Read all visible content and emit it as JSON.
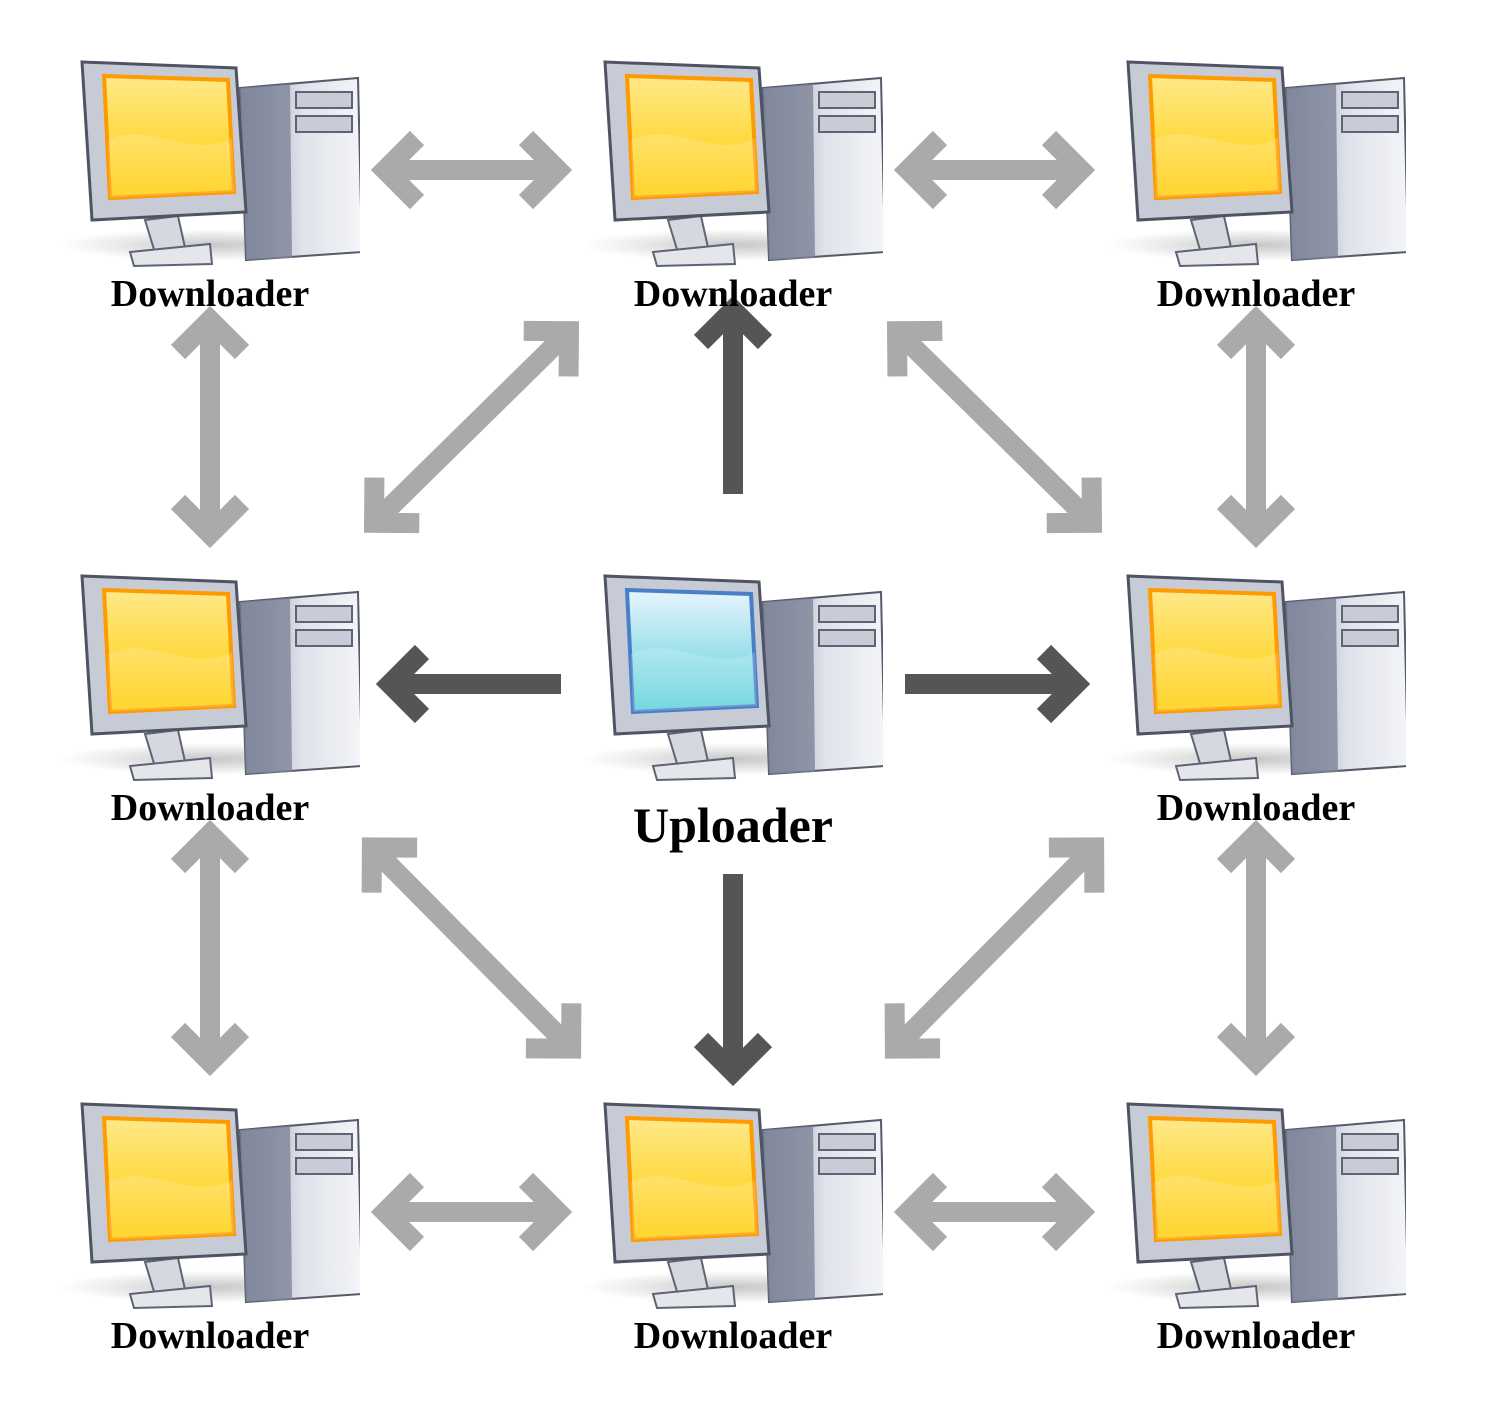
{
  "colors": {
    "peer_arrow": "#aaaaaa",
    "upload_arrow": "#555555",
    "downloader_screen_top": "#ffe98a",
    "downloader_screen_bottom": "#ffcc00",
    "downloader_screen_frame": "#ff9a00",
    "uploader_screen_top": "#e8f4ff",
    "uploader_screen_bottom": "#55cfd8",
    "uploader_screen_frame": "#4a7fc8",
    "case": "#cfd3dd"
  },
  "nodes": [
    {
      "id": "top-left",
      "role": "downloader",
      "label": "Downloader"
    },
    {
      "id": "top-center",
      "role": "downloader",
      "label": "Downloader"
    },
    {
      "id": "top-right",
      "role": "downloader",
      "label": "Downloader"
    },
    {
      "id": "middle-left",
      "role": "downloader",
      "label": "Downloader"
    },
    {
      "id": "center",
      "role": "uploader",
      "label": "Uploader"
    },
    {
      "id": "middle-right",
      "role": "downloader",
      "label": "Downloader"
    },
    {
      "id": "bottom-left",
      "role": "downloader",
      "label": "Downloader"
    },
    {
      "id": "bottom-center",
      "role": "downloader",
      "label": "Downloader"
    },
    {
      "id": "bottom-right",
      "role": "downloader",
      "label": "Downloader"
    }
  ],
  "connections": [
    {
      "from": "top-left",
      "to": "top-center",
      "type": "peer"
    },
    {
      "from": "top-center",
      "to": "top-right",
      "type": "peer"
    },
    {
      "from": "bottom-left",
      "to": "bottom-center",
      "type": "peer"
    },
    {
      "from": "bottom-center",
      "to": "bottom-right",
      "type": "peer"
    },
    {
      "from": "top-left",
      "to": "middle-left",
      "type": "peer"
    },
    {
      "from": "middle-left",
      "to": "bottom-left",
      "type": "peer"
    },
    {
      "from": "top-right",
      "to": "middle-right",
      "type": "peer"
    },
    {
      "from": "middle-right",
      "to": "bottom-right",
      "type": "peer"
    },
    {
      "from": "middle-left",
      "to": "top-center",
      "type": "peer"
    },
    {
      "from": "top-center",
      "to": "middle-right",
      "type": "peer"
    },
    {
      "from": "middle-left",
      "to": "bottom-center",
      "type": "peer"
    },
    {
      "from": "bottom-center",
      "to": "middle-right",
      "type": "peer"
    },
    {
      "from": "center",
      "to": "top-center",
      "type": "upload"
    },
    {
      "from": "center",
      "to": "middle-left",
      "type": "upload"
    },
    {
      "from": "center",
      "to": "middle-right",
      "type": "upload"
    },
    {
      "from": "center",
      "to": "bottom-center",
      "type": "upload"
    }
  ]
}
